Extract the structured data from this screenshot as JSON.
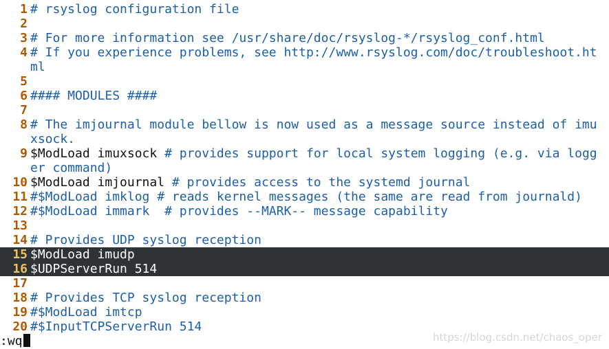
{
  "lines": [
    {
      "n": "1",
      "parts": [
        {
          "t": "# rsyslog configuration file",
          "c": "comment"
        }
      ]
    },
    {
      "n": "2",
      "parts": []
    },
    {
      "n": "3",
      "parts": [
        {
          "t": "# For more information see /usr/share/doc/rsyslog-*/rsyslog_conf.html",
          "c": "comment"
        }
      ]
    },
    {
      "n": "4",
      "parts": [
        {
          "t": "# If you experience problems, see http://www.rsyslog.com/doc/troubleshoot.ht",
          "c": "comment"
        }
      ]
    },
    {
      "n": "",
      "parts": [
        {
          "t": "ml",
          "c": "comment"
        }
      ]
    },
    {
      "n": "5",
      "parts": []
    },
    {
      "n": "6",
      "parts": [
        {
          "t": "#### MODULES ####",
          "c": "comment"
        }
      ]
    },
    {
      "n": "7",
      "parts": []
    },
    {
      "n": "8",
      "parts": [
        {
          "t": "# The imjournal module bellow is now used as a message source instead of imu",
          "c": "comment"
        }
      ]
    },
    {
      "n": "",
      "parts": [
        {
          "t": "xsock.",
          "c": "comment"
        }
      ]
    },
    {
      "n": "9",
      "parts": [
        {
          "t": "$ModLoad imuxsock ",
          "c": "plain"
        },
        {
          "t": "# provides support for local system logging (e.g. via logg",
          "c": "comment"
        }
      ]
    },
    {
      "n": "",
      "parts": [
        {
          "t": "er command)",
          "c": "comment"
        }
      ]
    },
    {
      "n": "10",
      "parts": [
        {
          "t": "$ModLoad imjournal ",
          "c": "plain"
        },
        {
          "t": "# provides access to the systemd journal",
          "c": "comment"
        }
      ]
    },
    {
      "n": "11",
      "parts": [
        {
          "t": "#$ModLoad imklog # reads kernel messages (the same are read from journald)",
          "c": "comment"
        }
      ]
    },
    {
      "n": "12",
      "parts": [
        {
          "t": "#$ModLoad immark  # provides --MARK-- message capability",
          "c": "comment"
        }
      ]
    },
    {
      "n": "13",
      "parts": []
    },
    {
      "n": "14",
      "parts": [
        {
          "t": "# Provides UDP syslog reception",
          "c": "comment"
        }
      ]
    },
    {
      "n": "15",
      "selected": true,
      "parts": [
        {
          "t": "$ModLoad imudp",
          "c": "plain"
        }
      ]
    },
    {
      "n": "16",
      "selected": true,
      "parts": [
        {
          "t": "$UDPServerRun 514",
          "c": "plain"
        }
      ]
    },
    {
      "n": "17",
      "parts": []
    },
    {
      "n": "18",
      "parts": [
        {
          "t": "# Provides TCP syslog reception",
          "c": "comment"
        }
      ]
    },
    {
      "n": "19",
      "parts": [
        {
          "t": "#$ModLoad imtcp",
          "c": "comment"
        }
      ]
    },
    {
      "n": "20",
      "parts": [
        {
          "t": "#$InputTCPServerRun 514",
          "c": "comment"
        }
      ]
    }
  ],
  "command_line": ":wq",
  "watermark": "https://blog.csdn.net/chaos_oper",
  "colors": {
    "line_number": "#b05a00",
    "comment": "#1c5fa8",
    "selection_bg": "#2e3436"
  }
}
